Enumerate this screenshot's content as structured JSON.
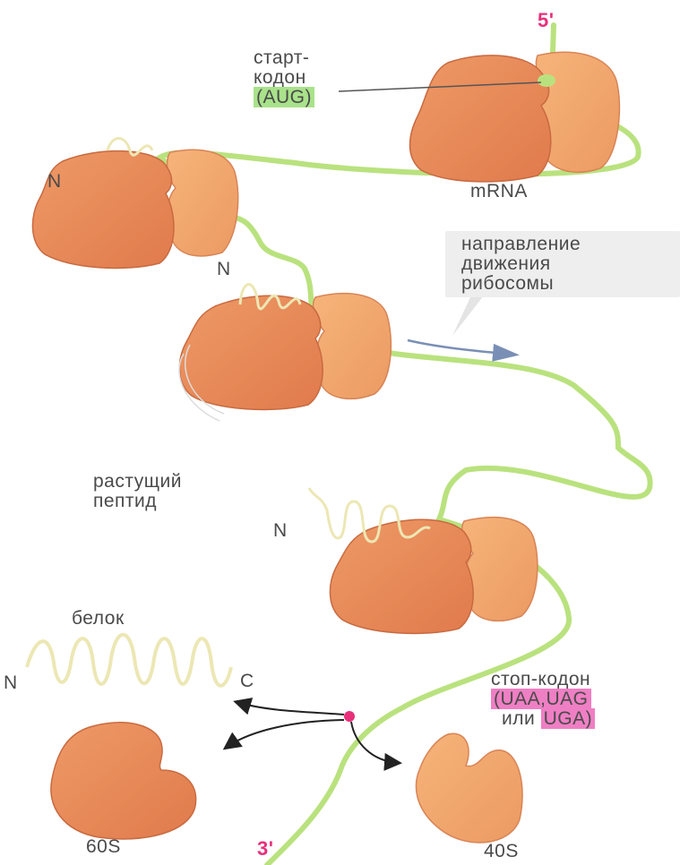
{
  "labels": {
    "five_prime": "5'",
    "three_prime": "3'",
    "start_codon": [
      "старт-",
      "кодон",
      "(AUG)"
    ],
    "mrna": "mRNA",
    "n_terminus": "N",
    "direction": [
      "направление",
      "движения",
      "рибосомы"
    ],
    "growing_peptide": [
      "растущий",
      "пептид"
    ],
    "protein": "белок",
    "c_terminus": "C",
    "stop_codon": [
      "стоп-кодон",
      "(UAA,UAG",
      "или",
      "UGA)"
    ],
    "large_subunit": "60S",
    "small_subunit": "40S"
  },
  "colors": {
    "ribosome_large": "#e8875a",
    "ribosome_small": "#f0a46c",
    "mrna": "#b9e27e",
    "peptide": "#ece7b4",
    "terminal": "#e8307a",
    "arrow": "#7a8fb5"
  }
}
